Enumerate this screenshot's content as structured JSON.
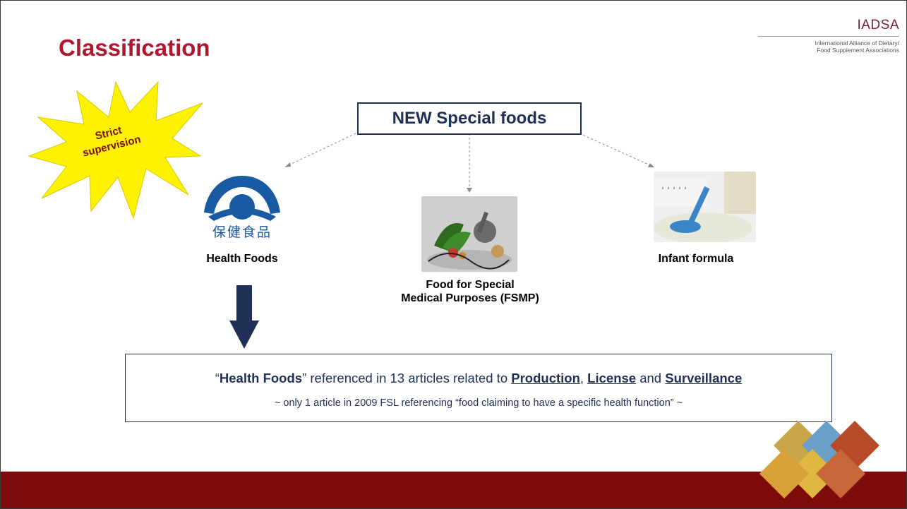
{
  "slide": {
    "title": "Classification",
    "logo": {
      "name": "IADSA",
      "subtitle_line1": "International Alliance of Dietary/",
      "subtitle_line2": "Food Supplement Associations"
    },
    "burst": {
      "line1": "Strict",
      "line2": "supervision",
      "color": "#fff200"
    },
    "center_box": "NEW Special foods",
    "categories": {
      "health_foods": {
        "chinese": "保健食品",
        "label": "Health Foods"
      },
      "fsmp": {
        "label_line1": "Food for Special",
        "label_line2": "Medical Purposes (FSMP)"
      },
      "infant": {
        "label": "Infant formula"
      }
    },
    "summary": {
      "q_open": "“",
      "term": "Health Foods",
      "q_close": "”",
      "mid": " referenced in 13 articles related to ",
      "link1": "Production",
      "sep1": ", ",
      "link2": "License",
      "and": " and ",
      "link3": "Surveillance",
      "note": "~  only 1 article in 2009 FSL referencing “food claiming to have a specific health function” ~"
    },
    "colors": {
      "title": "#b0172f",
      "navy": "#1f2f56",
      "footer": "#7e0a0a",
      "logo_blue": "#1a5aa3"
    }
  }
}
